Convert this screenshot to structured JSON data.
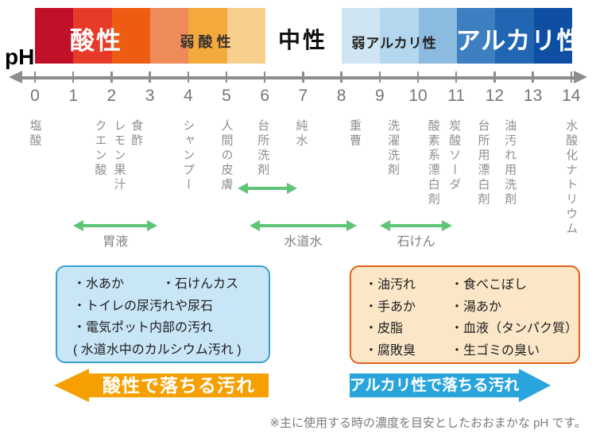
{
  "colors": {
    "acid_segments": [
      "#c1112a",
      "#e83a28",
      "#ec5c13",
      "#ef8a59",
      "#f3a93c",
      "#f8d08d"
    ],
    "alkali_segments": [
      "#cfe5f3",
      "#b3d7ee",
      "#8bbbdf",
      "#3d7fc1",
      "#2166b2",
      "#0e4fa3"
    ],
    "axis": "#8d8d8d",
    "range_arrow": "#5ec478",
    "acid_box_bg": "#c9e6f7",
    "acid_box_border": "#3a9ed3",
    "alkali_box_bg": "#fbe7c8",
    "alkali_box_border": "#e2621b",
    "acid_arrow": "#f5a000",
    "alkali_arrow": "#29a4dd"
  },
  "scale": {
    "ph_label": "pH",
    "zones": {
      "acid": "酸性",
      "weak_acid": "弱酸性",
      "neutral": "中性",
      "weak_alkali": "弱アルカリ性",
      "alkali": "アルカリ性"
    },
    "ticks": [
      "0",
      "1",
      "2",
      "3",
      "4",
      "5",
      "6",
      "7",
      "8",
      "9",
      "10",
      "11",
      "12",
      "13",
      "14"
    ]
  },
  "substances": [
    {
      "label": "塩酸",
      "ph": 0
    },
    {
      "label": "クエン酸",
      "ph": 1.7
    },
    {
      "label": "レモン果汁",
      "ph": 2.2
    },
    {
      "label": "食酢",
      "ph": 2.65
    },
    {
      "label": "シャンプー",
      "ph": 4
    },
    {
      "label": "人間の皮膚",
      "ph": 5
    },
    {
      "label": "台所洗剤",
      "ph": 5.95
    },
    {
      "label": "純水",
      "ph": 6.95
    },
    {
      "label": "重曹",
      "ph": 8.35
    },
    {
      "label": "洗濯洗剤",
      "ph": 9.35
    },
    {
      "label": "酸素系漂白剤",
      "ph": 10.4
    },
    {
      "label": "炭酸ソーダ",
      "ph": 10.95
    },
    {
      "label": "台所用漂白剤",
      "ph": 11.7
    },
    {
      "label": "油汚れ用洗剤",
      "ph": 12.4
    },
    {
      "label": "水酸化ナトリウム",
      "ph": 14
    }
  ],
  "range_arrows": [
    {
      "label": "胃液",
      "ph_from": 1.0,
      "ph_to": 3.2,
      "row": "lower"
    },
    {
      "label": "",
      "ph_from": 5.3,
      "ph_to": 6.85,
      "row": "upper"
    },
    {
      "label": "水道水",
      "ph_from": 5.6,
      "ph_to": 8.4,
      "row": "lower"
    },
    {
      "label": "石けん",
      "ph_from": 9.0,
      "ph_to": 10.9,
      "row": "lower"
    }
  ],
  "acid_box": {
    "lines": [
      "・水あか　　　・石けんカス",
      "・トイレの尿汚れや尿石",
      "・電気ポット内部の汚れ",
      "( 水道水中のカルシウム汚れ )"
    ]
  },
  "alkali_box": {
    "rows": [
      [
        "・油汚れ",
        "・食べこぼし"
      ],
      [
        "・手あか",
        "・湯あか"
      ],
      [
        "・皮脂",
        "・血液（タンパク質）"
      ],
      [
        "・腐敗臭",
        "・生ゴミの臭い"
      ]
    ]
  },
  "bottom_arrows": {
    "acid_label": "酸性で落ちる汚れ",
    "alkali_label": "アルカリ性で落ちる汚れ"
  },
  "footnote": "※主に使用する時の濃度を目安としたおおまかな pH です。"
}
